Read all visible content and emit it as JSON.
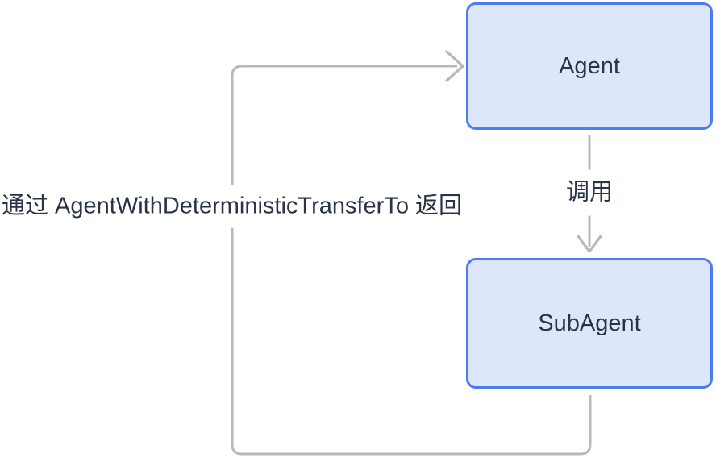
{
  "diagram": {
    "nodes": {
      "agent": {
        "label": "Agent"
      },
      "subagent": {
        "label": "SubAgent"
      }
    },
    "edges": {
      "call": {
        "from": "Agent",
        "to": "SubAgent",
        "label": "调用"
      },
      "return": {
        "from": "SubAgent",
        "to": "Agent",
        "label": "通过 AgentWithDeterministicTransferTo 返回"
      }
    }
  },
  "colors": {
    "node-fill": "#dde6fa",
    "node-border": "#4c7cf2",
    "edge-color": "#b9b9b9",
    "text-color": "#2a3347"
  }
}
